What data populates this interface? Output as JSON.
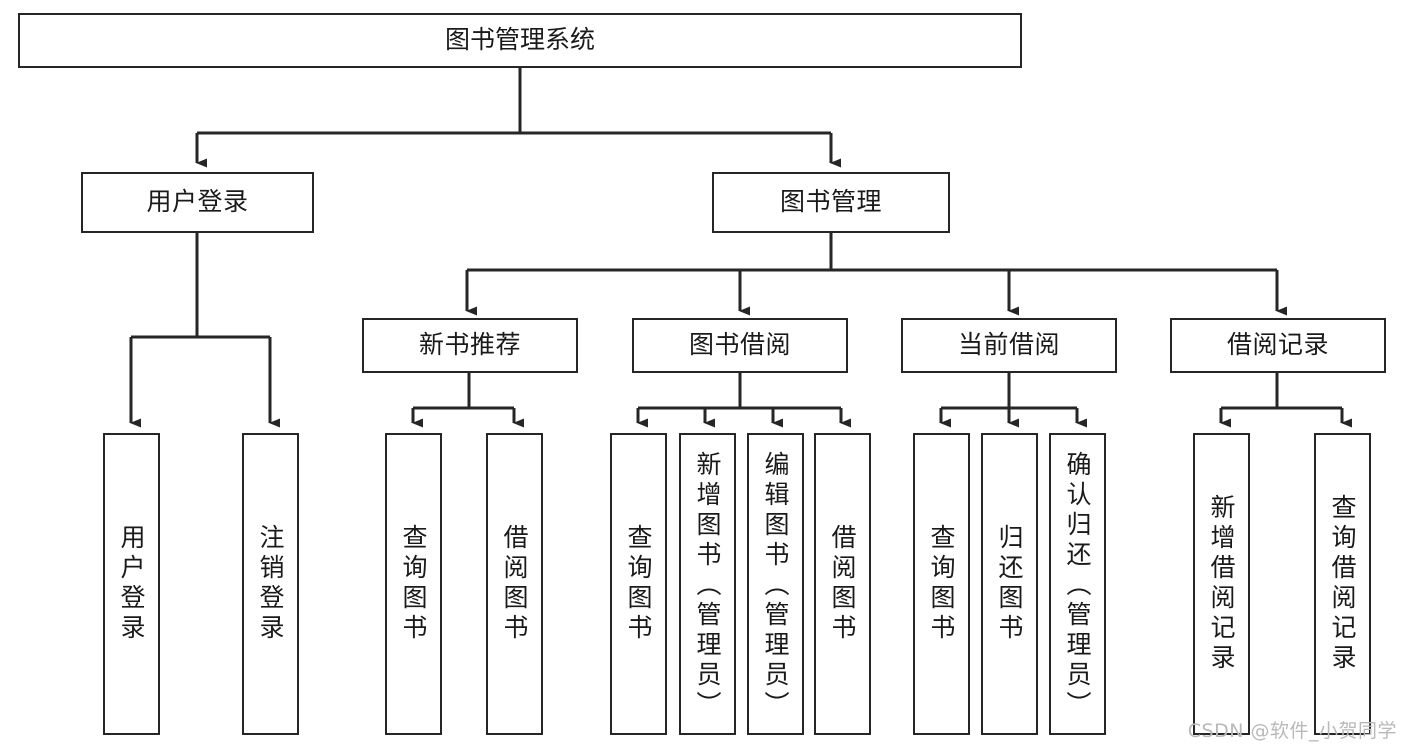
{
  "diagram": {
    "title": "图书管理系统",
    "watermark": "CSDN @软件_小贺同学",
    "stroke_color": "#262626",
    "background_color": "#ffffff",
    "text_color": "#1a1a1a",
    "watermark_color": "#b9b9b9",
    "root": {
      "label": "图书管理系统"
    },
    "level2": [
      {
        "label": "用户登录"
      },
      {
        "label": "图书管理"
      }
    ],
    "level3": [
      {
        "label": "新书推荐"
      },
      {
        "label": "图书借阅"
      },
      {
        "label": "当前借阅"
      },
      {
        "label": "借阅记录"
      }
    ],
    "leaves": {
      "user_login": [
        {
          "label": "用户登录"
        },
        {
          "label": "注销登录"
        }
      ],
      "new_book_recommend": [
        {
          "label": "查询图书"
        },
        {
          "label": "借阅图书"
        }
      ],
      "book_borrow": [
        {
          "label": "查询图书"
        },
        {
          "label": "新增图书（管理员）"
        },
        {
          "label": "编辑图书（管理员）"
        },
        {
          "label": "借阅图书"
        }
      ],
      "current_borrow": [
        {
          "label": "查询图书"
        },
        {
          "label": "归还图书"
        },
        {
          "label": "确认归还（管理员）"
        }
      ],
      "borrow_record": [
        {
          "label": "新增借阅记录"
        },
        {
          "label": "查询借阅记录"
        }
      ]
    }
  }
}
